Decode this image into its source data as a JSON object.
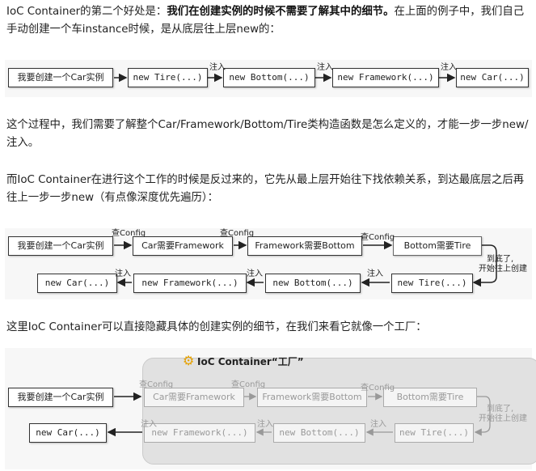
{
  "para1": {
    "pre": "IoC Container的第二个好处是：",
    "bold": "我们在创建实例的时候不需要了解其中的细节。",
    "post": "在上面的例子中，我们自己手动创建一个车instance时候，是从底层往上层new的："
  },
  "fig1": {
    "start": "我要创建一个Car实例",
    "boxes": [
      "new Tire(...)",
      "new Bottom(...)",
      "new Framework(...)",
      "new Car(...)"
    ],
    "inject": "注入"
  },
  "para2": "这个过程中，我们需要了解整个Car/Framework/Bottom/Tire类构造函数是怎么定义的，才能一步一步new/注入。",
  "para3": "而IoC Container在进行这个工作的时候是反过来的，它先从最上层开始往下找依赖关系，到达最底层之后再往上一步一步new（有点像深度优先遍历）：",
  "fig2": {
    "start": "我要创建一个Car实例",
    "top": [
      "Car需要Framework",
      "Framework需要Bottom",
      "Bottom需要Tire"
    ],
    "bottom": [
      "new Car(...)",
      "new Framework(...)",
      "new Bottom(...)",
      "new Tire(...)"
    ],
    "check": "查Config",
    "inject": "注入",
    "turn": [
      "到底了,",
      "开始往上创建"
    ]
  },
  "para4": "这里IoC Container可以直接隐藏具体的创建实例的细节，在我们来看它就像一个工厂：",
  "fig3": {
    "title": "IoC Container“工厂”",
    "icon": "gear-icon",
    "start": "我要创建一个Car实例",
    "result": "new Car(...)",
    "top": [
      "Car需要Framework",
      "Framework需要Bottom",
      "Bottom需要Tire"
    ],
    "bottom": [
      "new Framework(...)",
      "new Bottom(...)",
      "new Tire(...)"
    ],
    "check": "查Config",
    "inject": "注入",
    "turn": [
      "到底了,",
      "开始往上创建"
    ]
  }
}
